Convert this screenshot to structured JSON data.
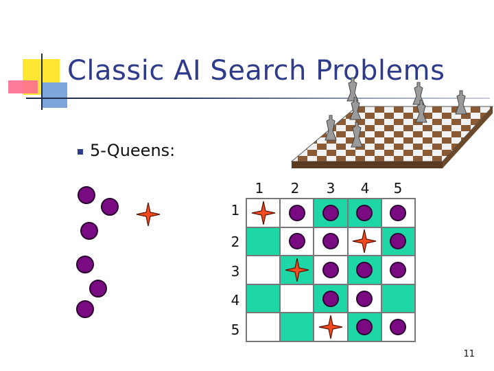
{
  "slide": {
    "title": "Classic AI Search Problems",
    "bullet": "5-Queens:",
    "page_number": "11"
  },
  "board": {
    "column_labels": [
      "1",
      "2",
      "3",
      "4",
      "5"
    ],
    "row_labels": [
      "1",
      "2",
      "3",
      "4",
      "5"
    ],
    "rows": [
      [
        "queen",
        "dot",
        "dot",
        "dot",
        "dot"
      ],
      [
        "empty",
        "dot",
        "dot",
        "queen",
        "dot"
      ],
      [
        "empty",
        "queen",
        "dot",
        "dot",
        "dot"
      ],
      [
        "empty",
        "empty",
        "dot",
        "dot",
        "empty"
      ],
      [
        "empty",
        "empty",
        "queen",
        "dot",
        "dot"
      ]
    ],
    "green_cells": [
      [
        0,
        2
      ],
      [
        0,
        3
      ],
      [
        1,
        0
      ],
      [
        1,
        4
      ],
      [
        2,
        1
      ],
      [
        2,
        3
      ],
      [
        3,
        0
      ],
      [
        3,
        2
      ],
      [
        3,
        4
      ],
      [
        4,
        1
      ],
      [
        4,
        3
      ]
    ]
  },
  "colors": {
    "title": "#2e3a8a",
    "green": "#1fd6a6",
    "dot": "#7a0a82",
    "star": "#f04a1f"
  },
  "icons": [
    "queen-star-icon",
    "chess-board-icon"
  ]
}
